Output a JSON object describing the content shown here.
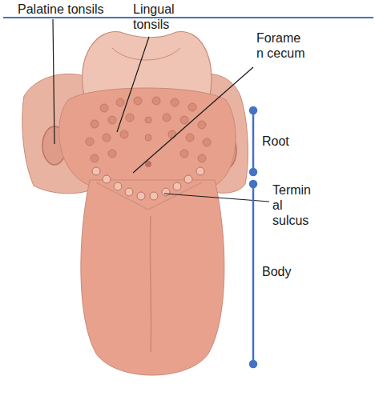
{
  "diagram": {
    "labels": [
      "Palatine tonsils",
      "Lingual tonsils",
      "Forame n cecum",
      "Root",
      "Termin al sulcus",
      "Body"
    ]
  }
}
